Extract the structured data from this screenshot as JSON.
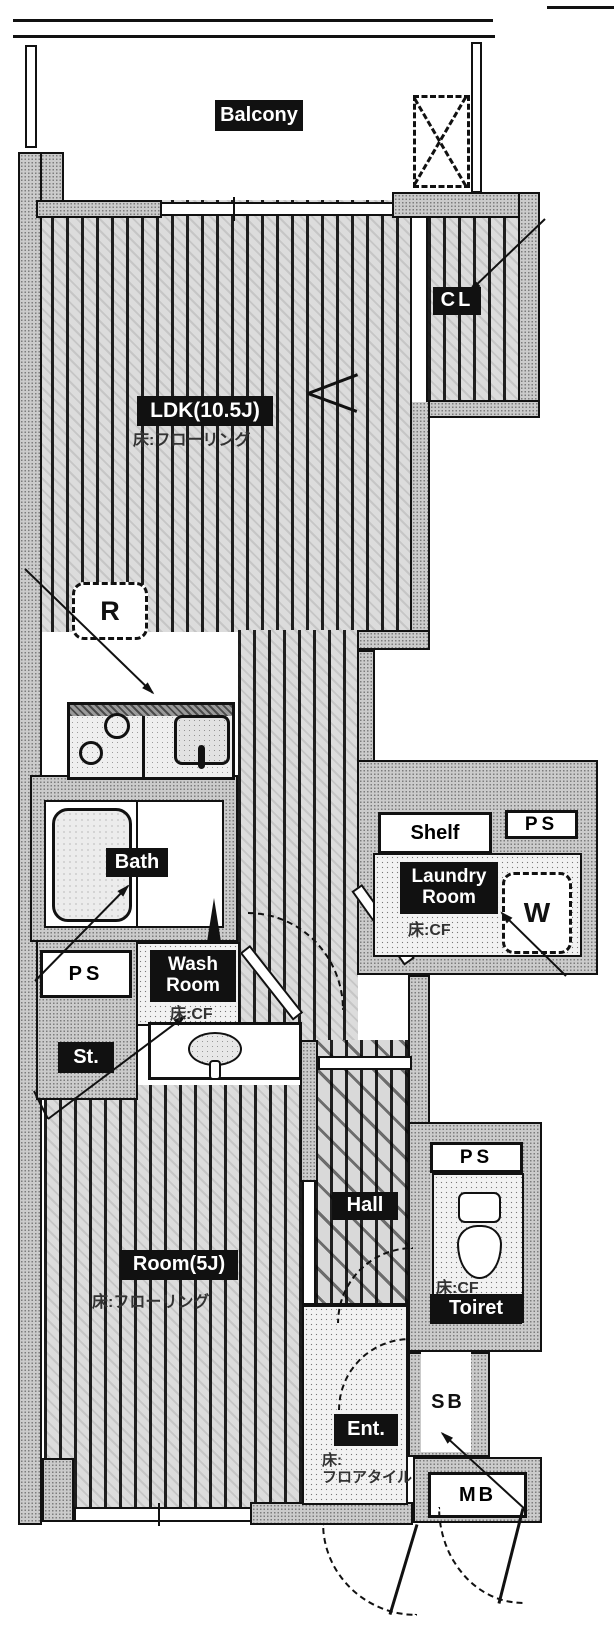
{
  "floorplan": {
    "type": "apartment-floor-plan",
    "colors": {
      "wall": "#cbcbcb",
      "line": "#111111",
      "label_bg": "#111111",
      "label_fg": "#ffffff",
      "floor": "#dcdcdc"
    },
    "balcony": {
      "label": "Balcony"
    },
    "cl": {
      "label": "CL"
    },
    "ldk": {
      "label": "LDK(10.5J)",
      "floor": "床:フローリング"
    },
    "refrigerator": {
      "label": "R"
    },
    "bath": {
      "label": "Bath"
    },
    "ps_left": {
      "label": "PS"
    },
    "wash_room": {
      "line1": "Wash",
      "line2": "Room",
      "floor": "床:CF"
    },
    "shelf": {
      "label": "Shelf"
    },
    "ps_right": {
      "label": "PS"
    },
    "laundry": {
      "line1": "Laundry",
      "line2": "Room",
      "floor": "床:CF"
    },
    "washer": {
      "label": "W"
    },
    "storage": {
      "label": "St."
    },
    "room": {
      "label": "Room(5J)",
      "floor": "床:フローリング"
    },
    "hall": {
      "label": "Hall"
    },
    "ps_toilet": {
      "label": "PS"
    },
    "toilet": {
      "label": "Toiret",
      "floor": "床:CF"
    },
    "entrance": {
      "label": "Ent.",
      "floor1": "床:",
      "floor2": "フロアタイル"
    },
    "shoe_box": {
      "label": "SB"
    },
    "meter_box": {
      "label": "MB"
    }
  }
}
